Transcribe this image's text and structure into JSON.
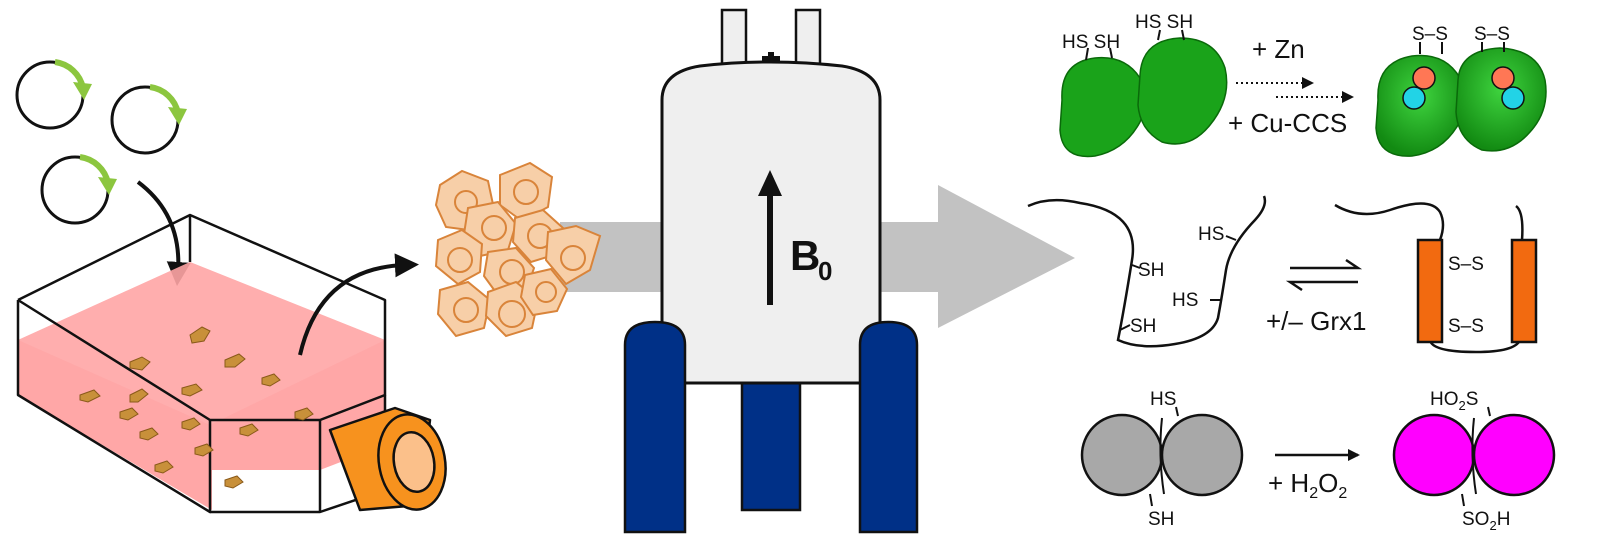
{
  "magnet": {
    "field_label": "B",
    "field_subscript": "0"
  },
  "sod1": {
    "left_thiols_a": "HS SH",
    "left_thiols_b": "HS SH",
    "reagent_top": "+ Zn",
    "reagent_bottom": "+ Cu-CCS",
    "right_disulfide_a": "S–S",
    "right_disulfide_b": "S–S"
  },
  "peptide": {
    "thiol_1": "HS",
    "thiol_2": "SH",
    "thiol_3": "HS",
    "thiol_4": "SH",
    "equilibrium_label": "+/– Grx1",
    "disulfide_1": "S–S",
    "disulfide_2": "S–S"
  },
  "oxidation": {
    "top_thiol": "HS",
    "bottom_thiol": "SH",
    "reagent_prefix": "+ H",
    "reagent_sub1": "2",
    "reagent_mid": "O",
    "reagent_sub2": "2",
    "top_product_prefix": "HO",
    "top_product_sub": "2",
    "top_product_suffix": "S",
    "bottom_product_prefix": "SO",
    "bottom_product_sub": "2",
    "bottom_product_suffix": "H"
  },
  "colors": {
    "plasmid_arrow": "#8cc63f",
    "medium": "#ff8080",
    "cells": "#f7cfa8",
    "cell_outline": "#d9843a",
    "cap": "#f7921e",
    "magnet_body": "#efefef",
    "magnet_legs": "#003087",
    "flow_arrow": "#c0c0c0",
    "protein_green": "#1aa31a",
    "zinc": "#ff7755",
    "copper": "#22d3e6",
    "helix": "#f26a10",
    "protein_gray": "#a8a8a8",
    "protein_oxidized": "#ff00ff"
  }
}
